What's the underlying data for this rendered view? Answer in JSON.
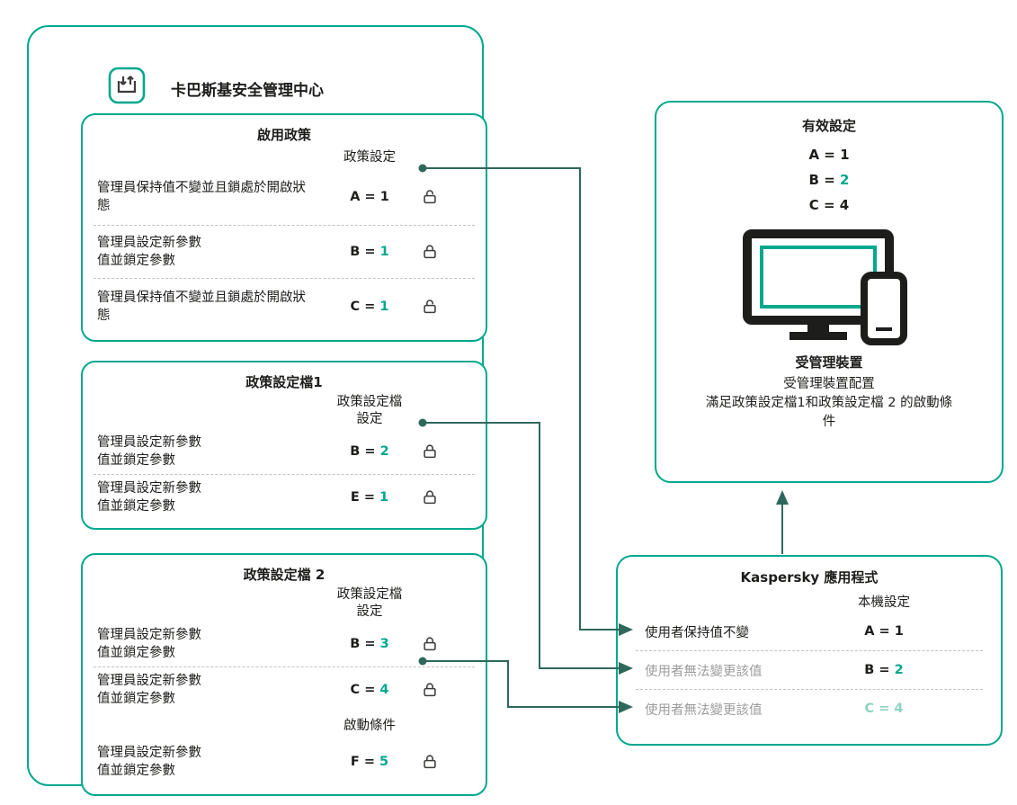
{
  "colors": {
    "accent_teal": "#00A88E",
    "connector_line": "#2E685C",
    "value_teal": "#00A88E",
    "faded_teal": "#8FD2C0",
    "muted_gray": "#9B9B9B",
    "text_black": "#1D1D1B"
  },
  "icons": {
    "header": "console-arrows-icon",
    "lock_open": "lock-open-icon",
    "lock_closed": "lock-closed-icon",
    "device": "monitor-and-phone-icon"
  },
  "ksc": {
    "title": "卡巴斯基安全管理中心",
    "active_policy": {
      "title": "啟用政策",
      "column_header": "政策設定",
      "rows": [
        {
          "label": "管理員保持值不變並且鎖處於開啟狀\n態",
          "key": "A =",
          "value": "1",
          "lock": "open"
        },
        {
          "label": "管理員設定新參數\n值並鎖定參數",
          "key": "B =",
          "value": "1",
          "lock": "closed"
        },
        {
          "label": "管理員保持值不變並且鎖處於開啟狀\n態",
          "key": "C =",
          "value": "1",
          "lock": "open"
        }
      ]
    },
    "profile1": {
      "title": "政策設定檔1",
      "column_header": "政策設定檔\n設定",
      "rows": [
        {
          "label": "管理員設定新參數\n值並鎖定參數",
          "key": "B =",
          "value": "2",
          "lock": "closed"
        },
        {
          "label": "管理員設定新參數\n值並鎖定參數",
          "key": "E =",
          "value": "1",
          "lock": "closed"
        }
      ]
    },
    "profile2": {
      "title": "政策設定檔 2",
      "column_header": "政策設定檔\n設定",
      "rows": [
        {
          "label": "管理員設定新參數\n值並鎖定參數",
          "key": "B =",
          "value": "3",
          "lock": "closed"
        },
        {
          "label": "管理員設定新參數\n值並鎖定參數",
          "key": "C =",
          "value": "4",
          "lock": "closed"
        }
      ],
      "conditions_header": "啟動條件",
      "condition_row": {
        "label": "管理員設定新參數\n值並鎖定參數",
        "key": "F =",
        "value": "5",
        "lock": "closed"
      }
    }
  },
  "effective": {
    "title": "有效設定",
    "values": [
      {
        "key": "A =",
        "value": "1",
        "teal": false
      },
      {
        "key": "B =",
        "value": "2",
        "teal": true
      },
      {
        "key": "C =",
        "value": "4",
        "teal": false
      }
    ],
    "device_title": "受管理裝置",
    "device_caption": "受管理裝置配置\n滿足政策設定檔1和政策設定檔 2 的啟動條\n件"
  },
  "app": {
    "title": "Kaspersky 應用程式",
    "column_header": "本機設定",
    "rows": [
      {
        "label": "使用者保持值不變",
        "key": "A =",
        "value": "1",
        "muted": false,
        "faded": false
      },
      {
        "label": "使用者無法變更該值",
        "key": "B =",
        "value": "2",
        "muted": true,
        "faded": false
      },
      {
        "label": "使用者無法變更該值",
        "key": "C =",
        "value": "4",
        "muted": true,
        "faded": true
      }
    ]
  }
}
